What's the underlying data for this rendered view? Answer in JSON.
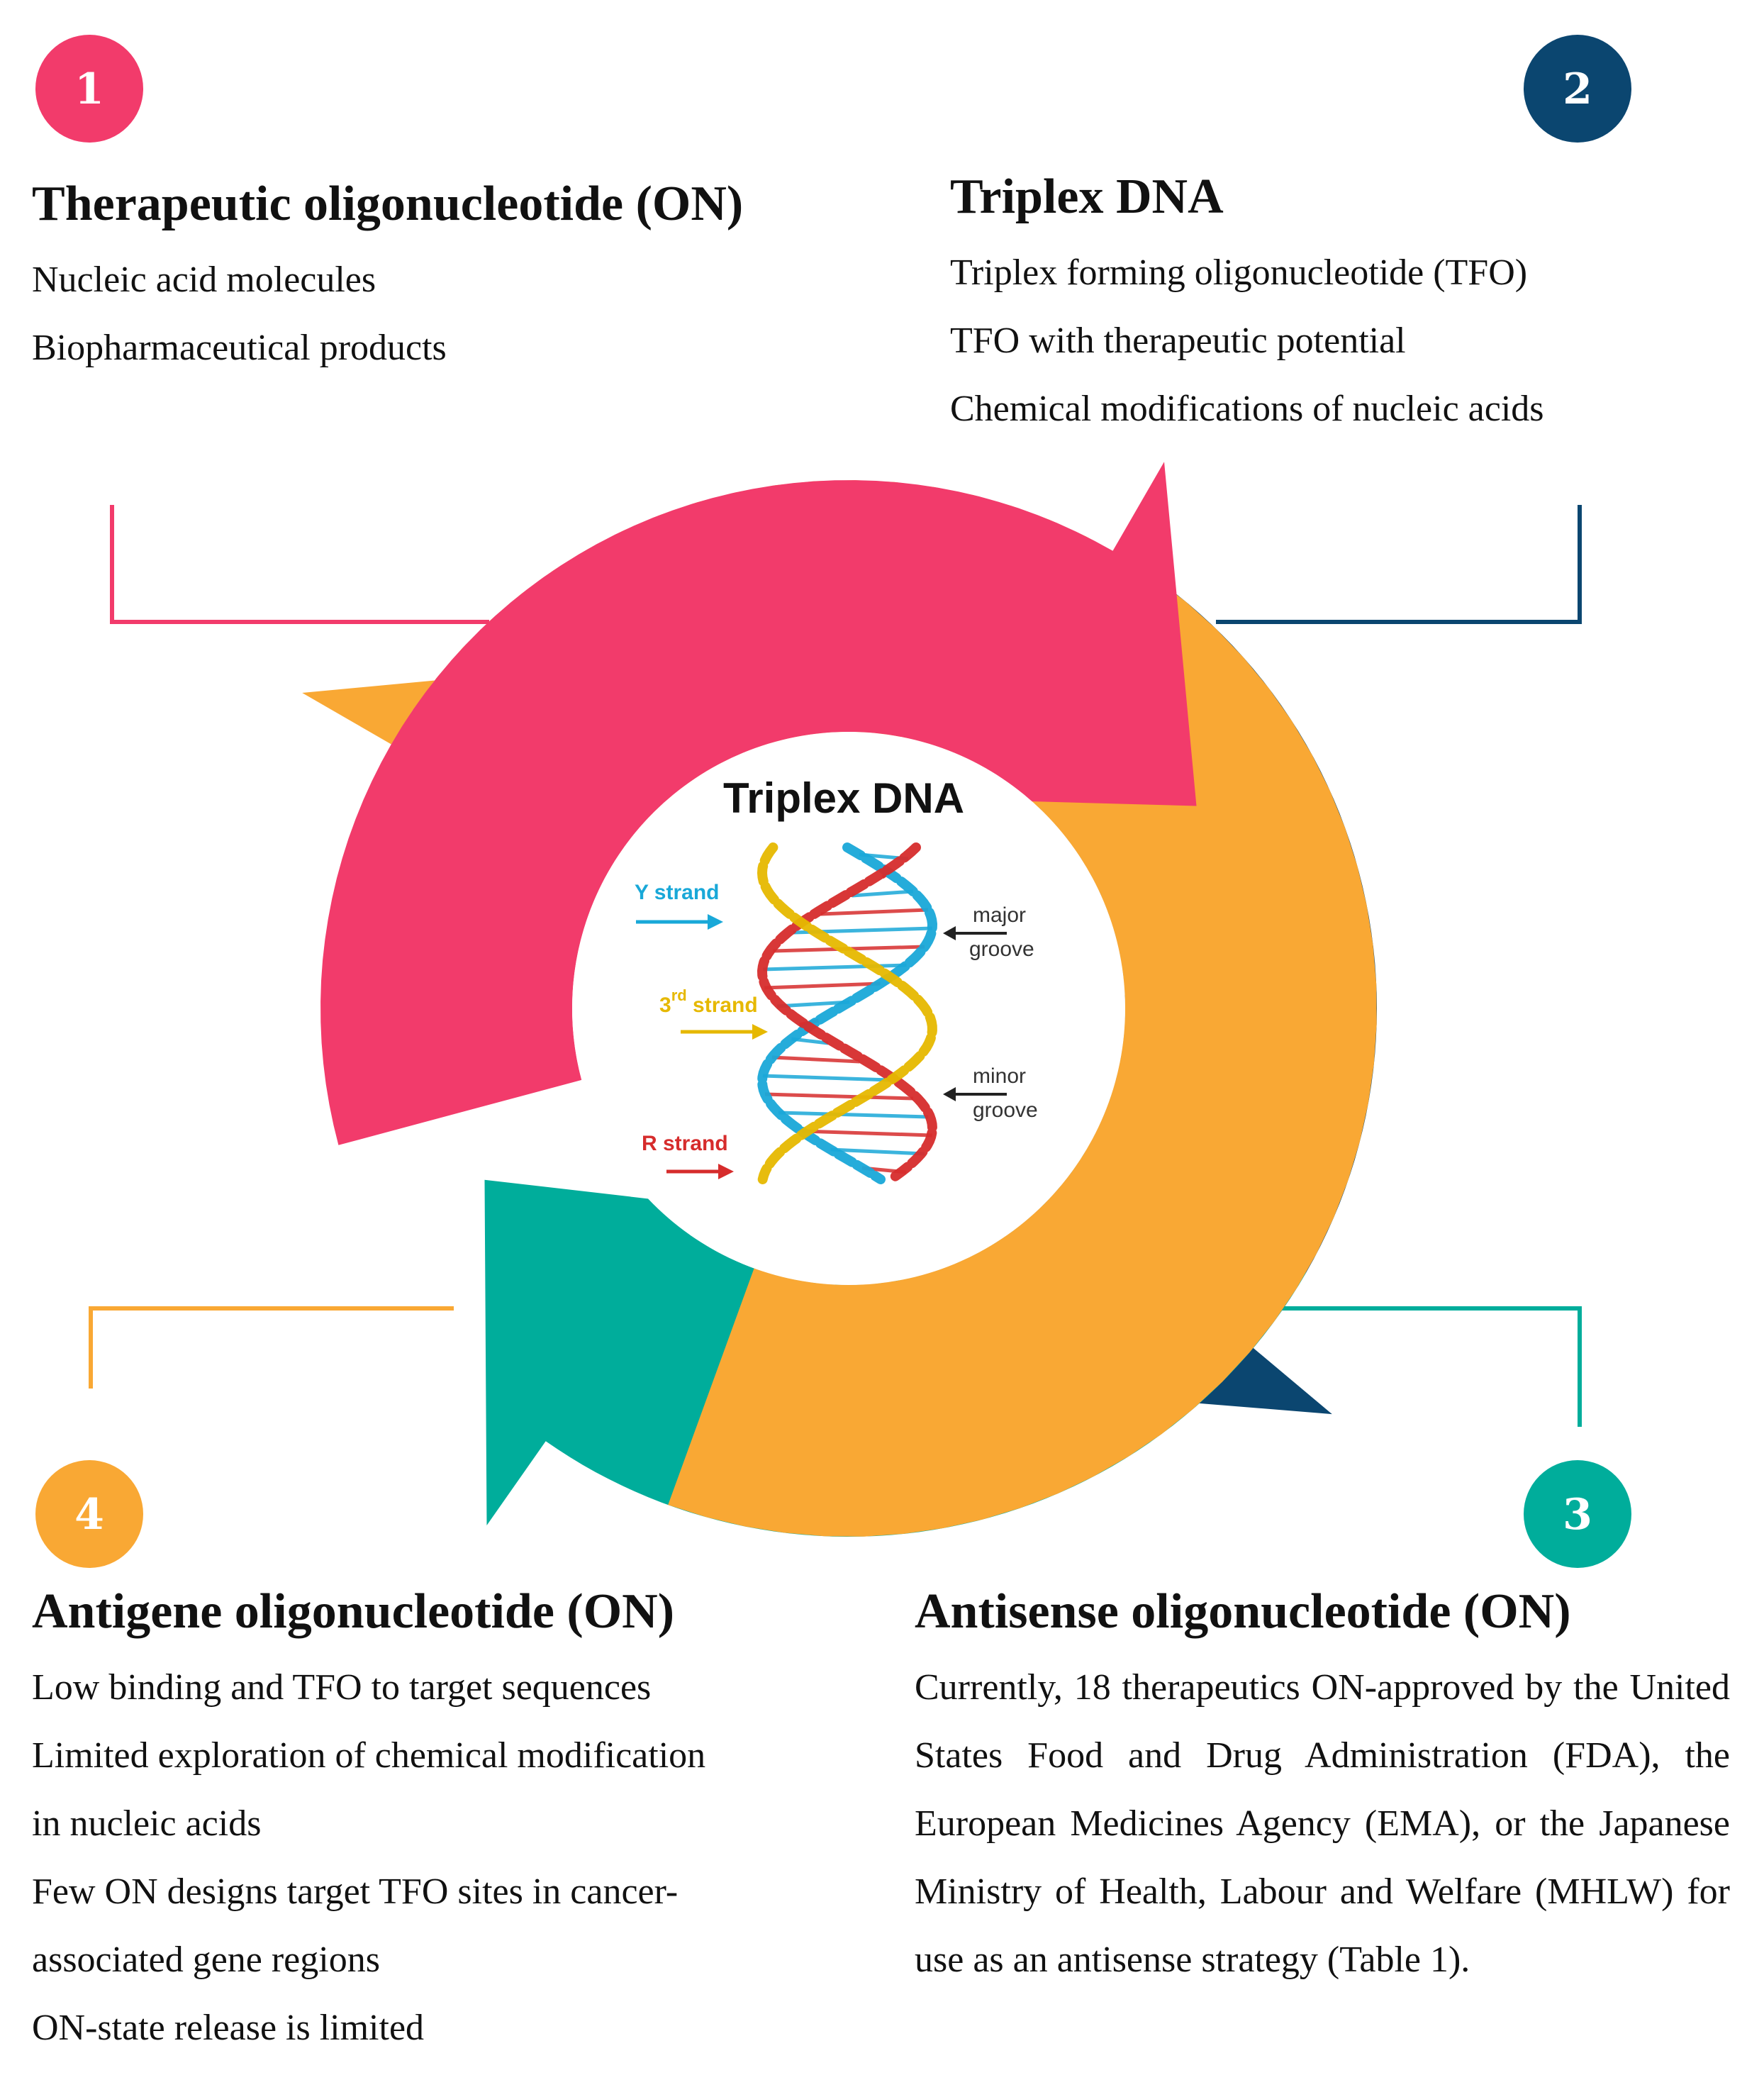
{
  "colors": {
    "pink": "#f23b6b",
    "navy": "#0b4670",
    "teal": "#00ad9b",
    "orange": "#f9a834",
    "y_strand": "#19a8d8",
    "third_strand": "#e6b800",
    "r_strand": "#d62c2c"
  },
  "center": {
    "title": "Triplex DNA",
    "labels": {
      "y_strand": "Y strand",
      "third_superscript": "rd",
      "third_base": "3",
      "third_strand": " strand",
      "r_strand": "R strand",
      "major": "major",
      "groove_top": "groove",
      "minor": "minor",
      "groove_bottom": "groove"
    }
  },
  "blocks": [
    {
      "number": "1",
      "title": "Therapeutic oligonucleotide (ON)",
      "lines": [
        "Nucleic acid molecules",
        "Biopharmaceutical products"
      ]
    },
    {
      "number": "2",
      "title": "Triplex DNA",
      "lines": [
        "Triplex forming oligonucleotide (TFO)",
        "TFO with therapeutic potential",
        "Chemical modifications of nucleic acids"
      ]
    },
    {
      "number": "3",
      "title": "Antisense oligonucleotide (ON)",
      "paragraph": "Currently, 18 therapeutics ON-approved by the United States Food and Drug Administration (FDA), the European Medicines Agency (EMA), or the Japanese Ministry of Health, Labour and Welfare (MHLW) for use as an antisense strategy (Table 1)."
    },
    {
      "number": "4",
      "title": "Antigene oligonucleotide (ON)",
      "lines": [
        "Low binding and TFO to target sequences",
        "Limited exploration of chemical modification",
        "in nucleic acids",
        "Few ON designs target TFO sites in cancer-",
        "associated gene regions",
        "ON-state release is limited"
      ]
    }
  ]
}
